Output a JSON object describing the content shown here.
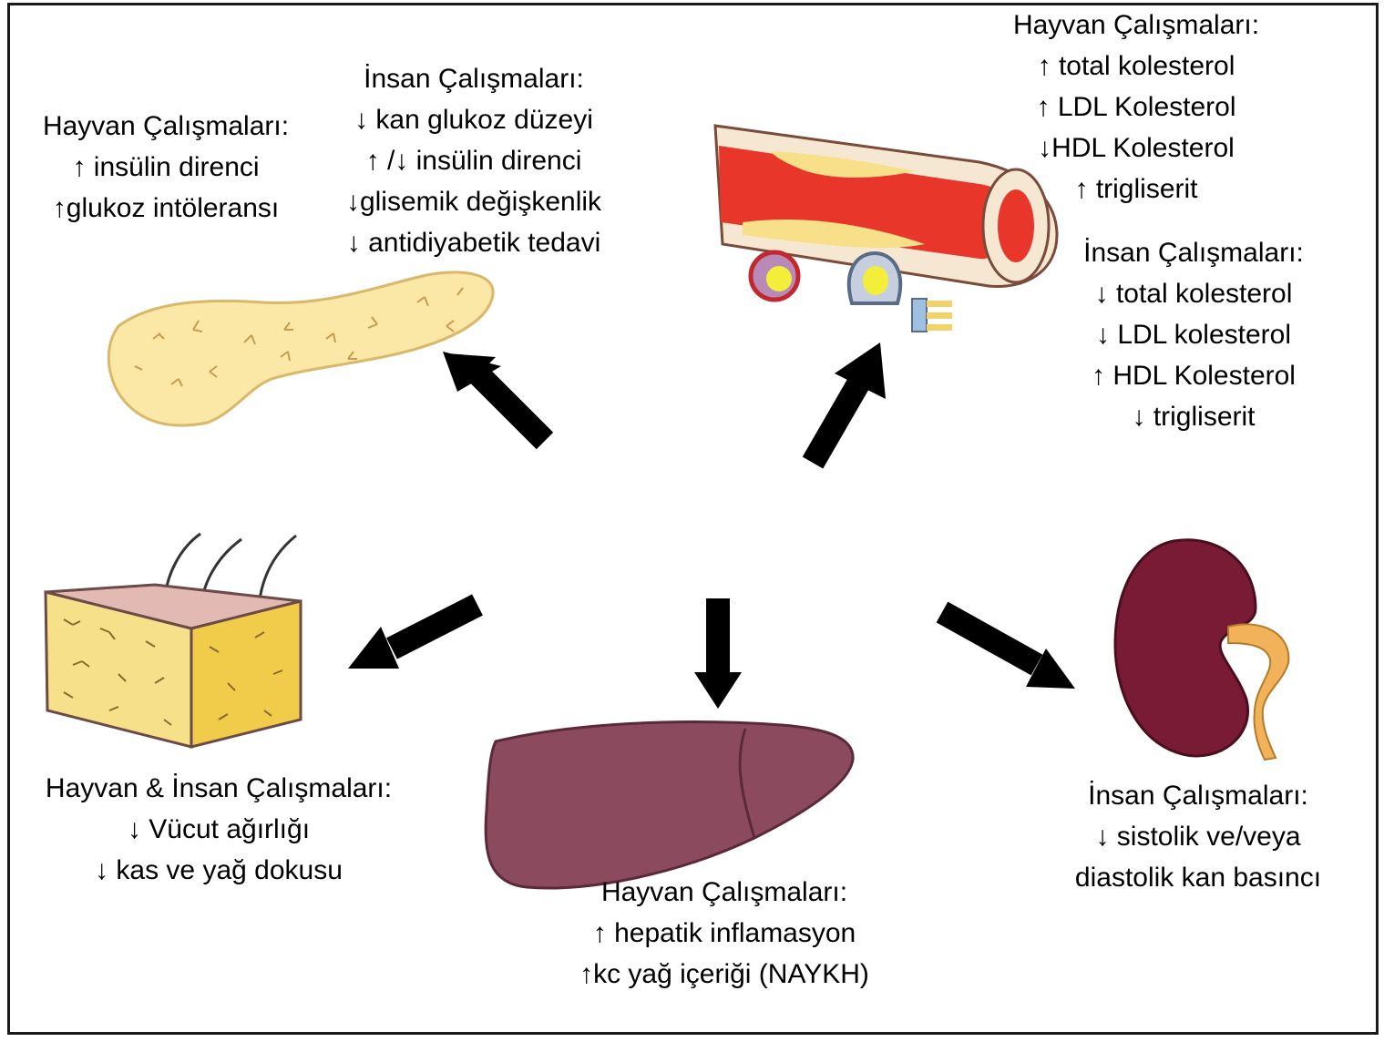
{
  "pancreas_animal": {
    "title": "Hayvan Çalışmaları:",
    "lines": [
      "↑ insülin direnci",
      "↑glukoz intöleransı"
    ]
  },
  "pancreas_human": {
    "title": "İnsan Çalışmaları:",
    "lines": [
      "↓ kan glukoz düzeyi",
      "↑ /↓ insülin direnci",
      "↓glisemik  değişkenlik",
      "↓ antidiyabetik tedavi"
    ]
  },
  "vessel_animal": {
    "title": "Hayvan Çalışmaları:",
    "lines": [
      "↑ total kolesterol",
      "↑ LDL Kolesterol",
      "↓HDL Kolesterol",
      "↑ trigliserit"
    ]
  },
  "vessel_human": {
    "title": "İnsan Çalışmaları:",
    "lines": [
      "↓ total kolesterol",
      "↓ LDL kolesterol",
      "↑ HDL Kolesterol",
      "↓ trigliserit"
    ]
  },
  "tissue": {
    "title": "Hayvan & İnsan  Çalışmaları:",
    "lines": [
      "↓ Vücut ağırlığı",
      "↓ kas ve yağ dokusu"
    ]
  },
  "liver": {
    "title": "Hayvan Çalışmaları:",
    "lines": [
      "↑ hepatik inflamasyon",
      "↑kc yağ içeriği (NAYKH)"
    ]
  },
  "kidney": {
    "title": "İnsan Çalışmaları:",
    "lines": [
      "↓ sistolik ve/veya",
      "diastolik kan basıncı"
    ]
  },
  "colors": {
    "arrow": "#000000",
    "pancreas": "#fbe7a6",
    "vessel_wall": "#f6e7d2",
    "vessel_lumen": "#e8362a",
    "fat_tissue": "#f5d85e",
    "skin": "#e2b9b3",
    "liver": "#8c4a5f",
    "kidney": "#7a1b35",
    "ureter": "#f1b25a"
  }
}
